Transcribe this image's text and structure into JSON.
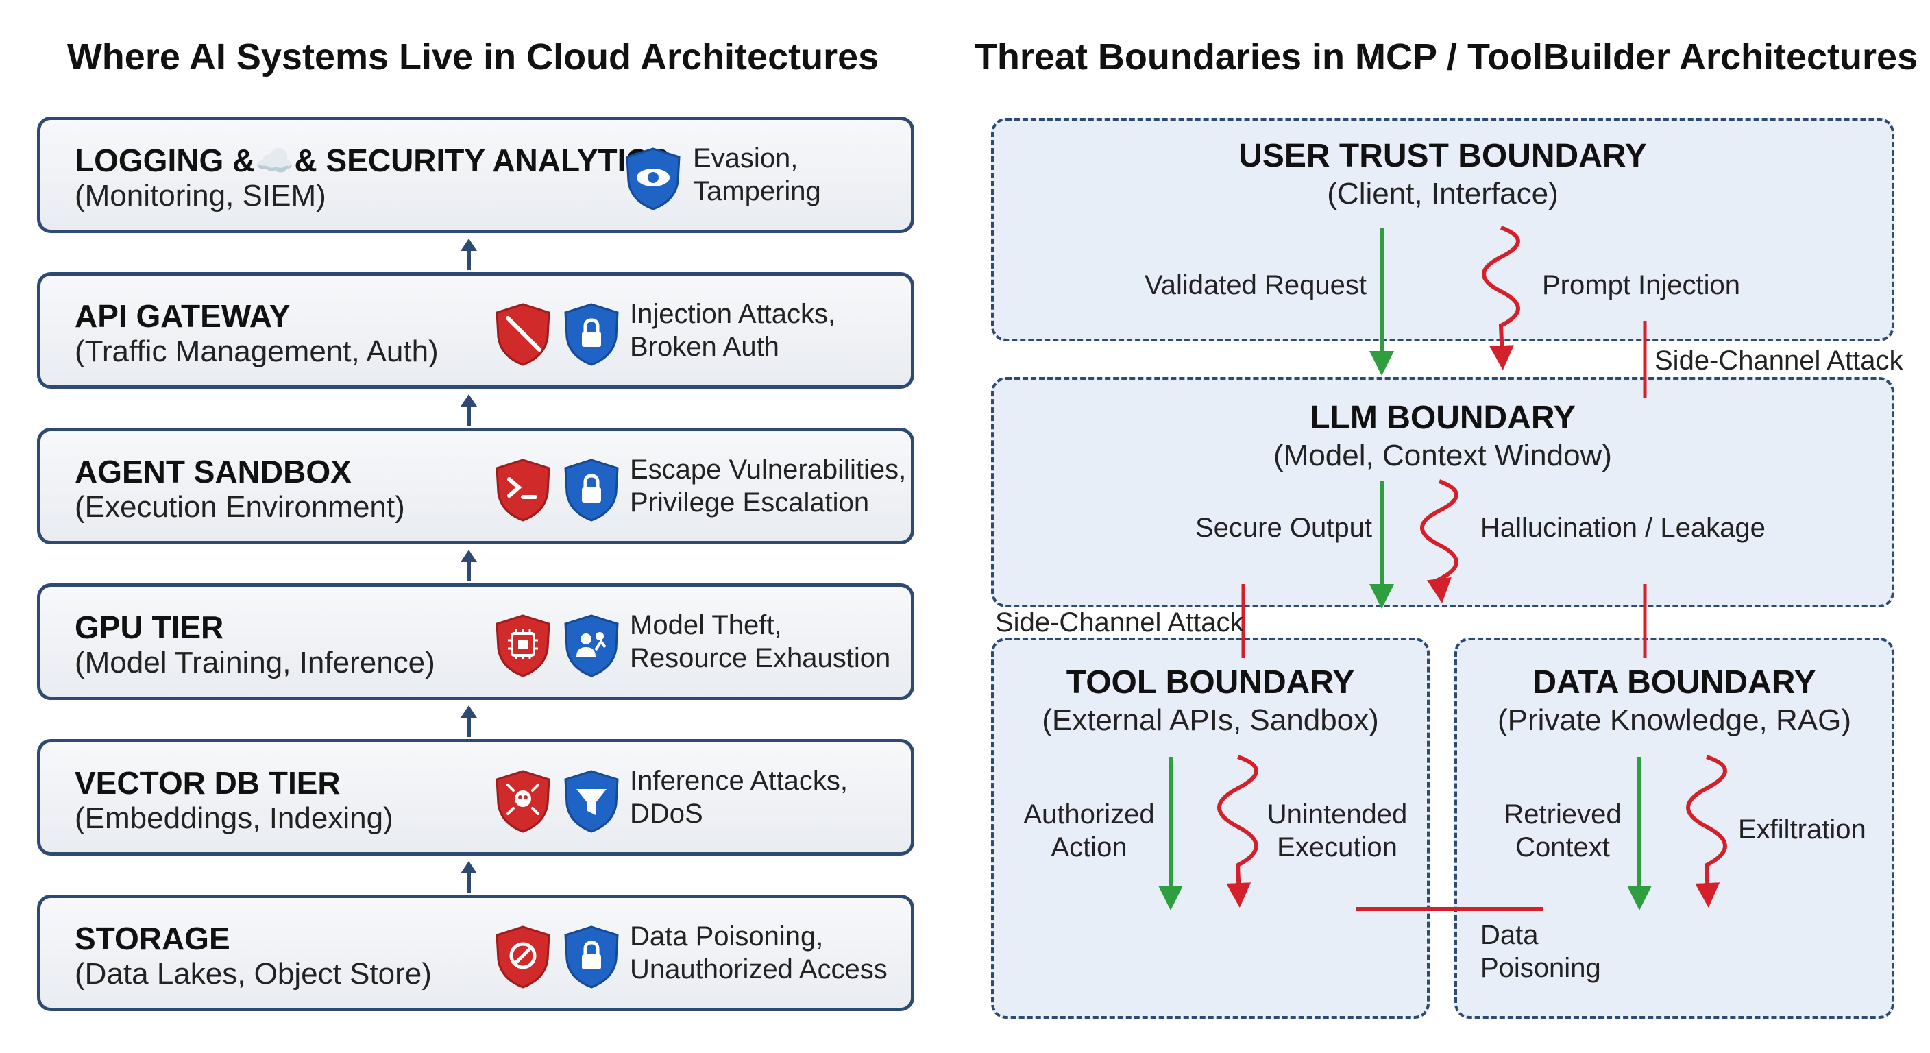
{
  "left": {
    "title": "Where AI Systems Live in Cloud Architectures",
    "tiers": [
      {
        "name": "LOGGING &☁️& SECURITY ANALYTICS",
        "sub": "(Monitoring, SIEM)",
        "threats": [
          "Evasion,",
          "Tampering"
        ],
        "icons": [
          "eye-icon"
        ]
      },
      {
        "name": "API GATEWAY",
        "sub": "(Traffic Management, Auth)",
        "threats": [
          "Injection Attacks,",
          "Broken Auth"
        ],
        "icons": [
          "syringe-icon",
          "lock-icon"
        ]
      },
      {
        "name": "AGENT SANDBOX",
        "sub": "(Execution Environment)",
        "threats": [
          "Escape Vulnerabilities,",
          "Privilege Escalation"
        ],
        "icons": [
          "terminal-icon",
          "lock-icon"
        ]
      },
      {
        "name": "GPU TIER",
        "sub": "(Model Training, Inference)",
        "threats": [
          "Model Theft,",
          "Resource Exhaustion"
        ],
        "icons": [
          "chip-icon",
          "users-icon"
        ]
      },
      {
        "name": "VECTOR DB TIER",
        "sub": "(Embeddings, Indexing)",
        "threats": [
          "Inference Attacks,",
          "DDoS"
        ],
        "icons": [
          "skull-icon",
          "filter-icon"
        ]
      },
      {
        "name": "STORAGE",
        "sub": "(Data Lakes, Object Store)",
        "threats": [
          "Data Poisoning,",
          "Unauthorized Access"
        ],
        "icons": [
          "prohibited-icon",
          "lock-icon"
        ]
      }
    ]
  },
  "right": {
    "title": "Threat Boundaries in MCP / ToolBuilder Architectures",
    "user": {
      "title": "USER TRUST BOUNDARY",
      "sub": "(Client, Interface)",
      "ok": "Validated Request",
      "bad": "Prompt Injection"
    },
    "llm": {
      "title": "LLM BOUNDARY",
      "sub": "(Model, Context Window)",
      "ok": "Secure Output",
      "bad": "Hallucination / Leakage"
    },
    "tool": {
      "title": "TOOL BOUNDARY",
      "sub": "(External APIs, Sandbox)",
      "ok_1": "Authorized",
      "ok_2": "Action",
      "bad_1": "Unintended",
      "bad_2": "Execution"
    },
    "data": {
      "title": "DATA BOUNDARY",
      "sub": "(Private Knowledge, RAG)",
      "ok_1": "Retrieved",
      "ok_2": "Context",
      "bad": "Exfiltration"
    },
    "side_channel_1": "Side-Channel Attack",
    "side_channel_2": "Side-Channel Attack",
    "poison_1": "Data",
    "poison_2": "Poisoning"
  },
  "colors": {
    "frame": "#2e4a73",
    "shield_red": "#d12a2a",
    "shield_blue": "#1f63c4",
    "safe_flow": "#2e9e3e",
    "attack_flow": "#d4202a",
    "zone_fill": "#e7eef7"
  }
}
